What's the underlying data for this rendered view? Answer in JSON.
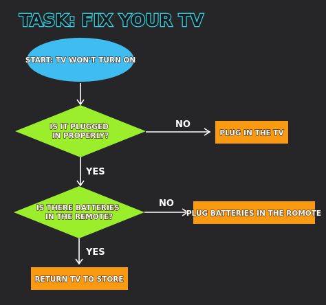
{
  "title": "TASK: FIX YOUR TV",
  "colors": {
    "background": "#262628",
    "title_fill": "#1b1b1d",
    "title_stroke": "#2fd9ea",
    "start_fill": "#3fbdf0",
    "decision_fill": "#9bee2c",
    "action_fill": "#f99a12",
    "arrow_glow": "#e66cf0"
  },
  "nodes": {
    "start": {
      "lines": [
        "START: TV WON'T TURN ON"
      ]
    },
    "decision_plugged": {
      "lines": [
        "IS IT PLUGGED",
        "IN PROPERLY?"
      ]
    },
    "action_plug_tv": {
      "lines": [
        "PLUG IN THE TV"
      ]
    },
    "decision_batteries": {
      "lines": [
        "IS THERE BATTERIES",
        "IN THE REMOTE?"
      ]
    },
    "action_plug_batteries": {
      "lines": [
        "PLUG BATTERIES IN THE ROMOTE"
      ]
    },
    "action_return": {
      "lines": [
        "RETURN TV TO STORE"
      ]
    }
  },
  "edges": {
    "plugged_no": "NO",
    "plugged_yes": "YES",
    "batteries_no": "NO",
    "batteries_yes": "YES"
  }
}
